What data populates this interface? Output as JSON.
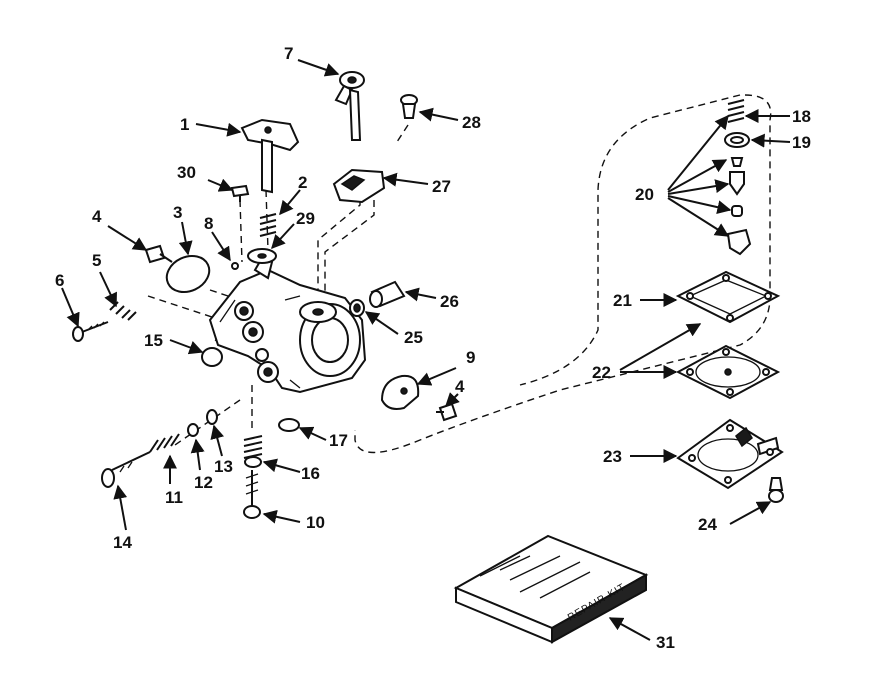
{
  "callouts": [
    {
      "id": "1",
      "label": "1"
    },
    {
      "id": "2",
      "label": "2"
    },
    {
      "id": "3",
      "label": "3"
    },
    {
      "id": "4a",
      "label": "4"
    },
    {
      "id": "4b",
      "label": "4"
    },
    {
      "id": "5",
      "label": "5"
    },
    {
      "id": "6",
      "label": "6"
    },
    {
      "id": "7",
      "label": "7"
    },
    {
      "id": "8",
      "label": "8"
    },
    {
      "id": "9",
      "label": "9"
    },
    {
      "id": "10",
      "label": "10"
    },
    {
      "id": "11",
      "label": "11"
    },
    {
      "id": "12",
      "label": "12"
    },
    {
      "id": "13",
      "label": "13"
    },
    {
      "id": "14",
      "label": "14"
    },
    {
      "id": "15",
      "label": "15"
    },
    {
      "id": "16",
      "label": "16"
    },
    {
      "id": "17",
      "label": "17"
    },
    {
      "id": "18",
      "label": "18"
    },
    {
      "id": "19",
      "label": "19"
    },
    {
      "id": "20",
      "label": "20"
    },
    {
      "id": "21",
      "label": "21"
    },
    {
      "id": "22",
      "label": "22"
    },
    {
      "id": "23",
      "label": "23"
    },
    {
      "id": "24",
      "label": "24"
    },
    {
      "id": "25",
      "label": "25"
    },
    {
      "id": "26",
      "label": "26"
    },
    {
      "id": "27",
      "label": "27"
    },
    {
      "id": "28",
      "label": "28"
    },
    {
      "id": "29",
      "label": "29"
    },
    {
      "id": "30",
      "label": "30"
    },
    {
      "id": "31",
      "label": "31"
    }
  ],
  "kit_label": "REPAIR KIT"
}
